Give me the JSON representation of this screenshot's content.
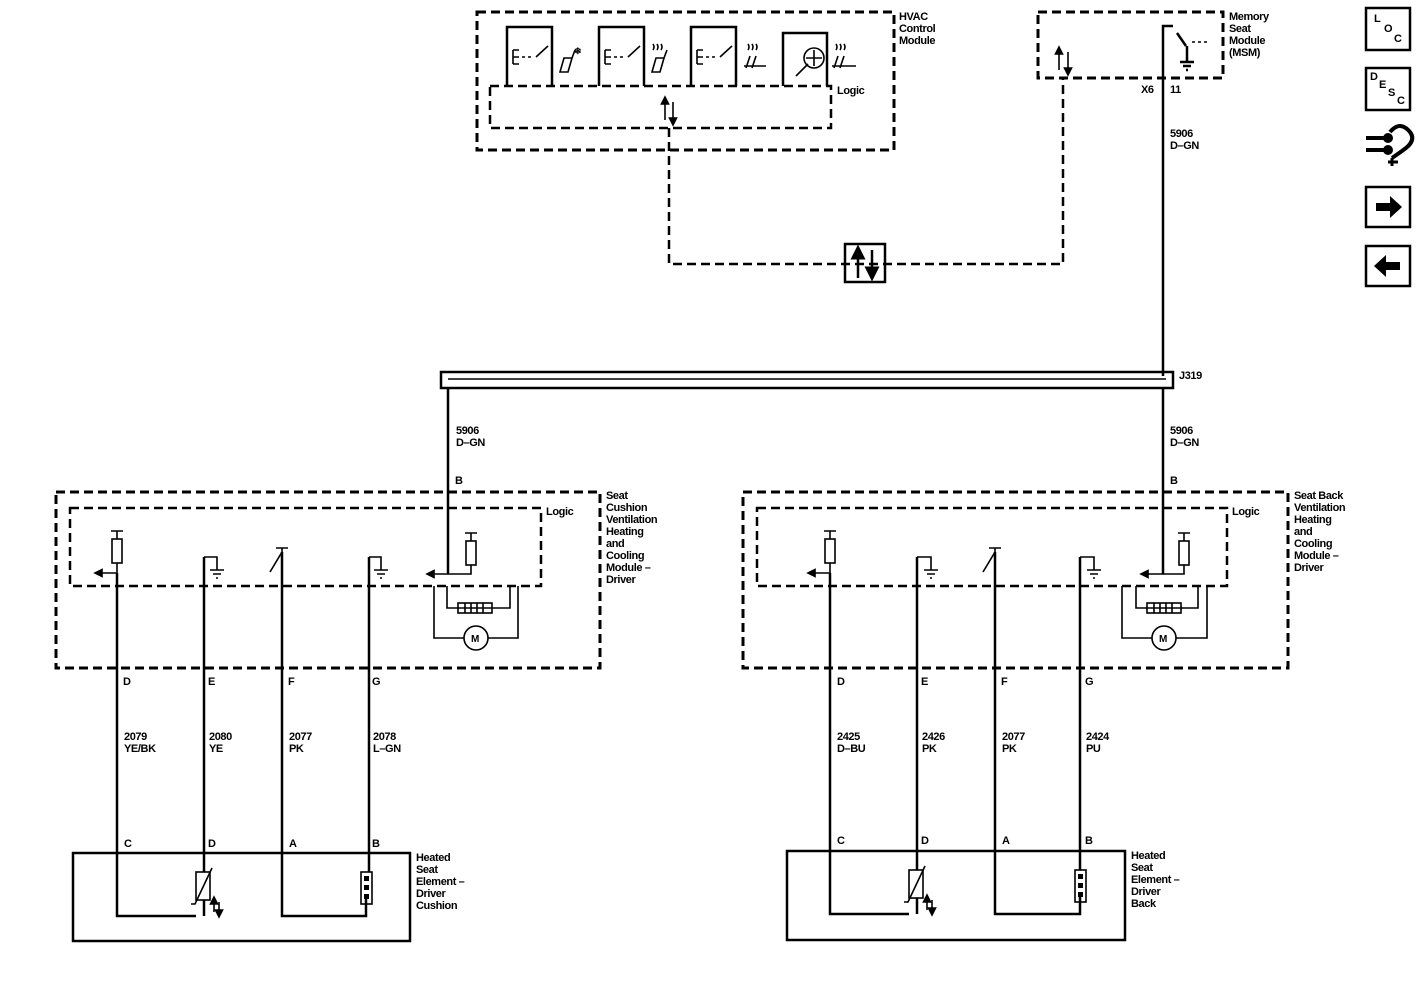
{
  "modules": {
    "hvac": {
      "name": [
        "HVAC",
        "Control",
        "Module"
      ],
      "logic_label": "Logic"
    },
    "msm": {
      "name": [
        "Memory",
        "Seat",
        "Module",
        "(MSM)"
      ],
      "connector": "X6",
      "pin": "11"
    },
    "cushion": {
      "name": [
        "Seat",
        "Cushion",
        "Ventilation",
        "Heating",
        "and",
        "Cooling",
        "Module –",
        "Driver"
      ],
      "logic_label": "Logic"
    },
    "back": {
      "name": [
        "Seat Back",
        "Ventilation",
        "Heating",
        "and",
        "Cooling",
        "Module –",
        "Driver"
      ],
      "logic_label": "Logic"
    }
  },
  "splice": {
    "label": "J319"
  },
  "wires": {
    "msm_out": {
      "circuit": "5906",
      "color": "D–GN"
    },
    "to_cushion": {
      "circuit": "5906",
      "color": "D–GN",
      "pin": "B"
    },
    "to_back": {
      "circuit": "5906",
      "color": "D–GN",
      "pin": "B"
    }
  },
  "cushion_circuits": [
    {
      "pin": "D",
      "circuit": "2079",
      "color": "YE/BK",
      "element_pin": "C"
    },
    {
      "pin": "E",
      "circuit": "2080",
      "color": "YE",
      "element_pin": "D"
    },
    {
      "pin": "F",
      "circuit": "2077",
      "color": "PK",
      "element_pin": "A"
    },
    {
      "pin": "G",
      "circuit": "2078",
      "color": "L–GN",
      "element_pin": "B"
    }
  ],
  "back_circuits": [
    {
      "pin": "D",
      "circuit": "2425",
      "color": "D–BU",
      "element_pin": "C"
    },
    {
      "pin": "E",
      "circuit": "2426",
      "color": "PK",
      "element_pin": "D"
    },
    {
      "pin": "F",
      "circuit": "2077",
      "color": "PK",
      "element_pin": "A"
    },
    {
      "pin": "G",
      "circuit": "2424",
      "color": "PU",
      "element_pin": "B"
    }
  ],
  "elements": {
    "cushion": {
      "name": [
        "Heated",
        "Seat",
        "Element –",
        "Driver",
        "Cushion"
      ]
    },
    "back": {
      "name": [
        "Heated",
        "Seat",
        "Element –",
        "Driver",
        "Back"
      ]
    }
  },
  "nav": {
    "loc": [
      "L",
      "O",
      "C"
    ],
    "desc": [
      "D",
      "E",
      "S",
      "C"
    ]
  }
}
